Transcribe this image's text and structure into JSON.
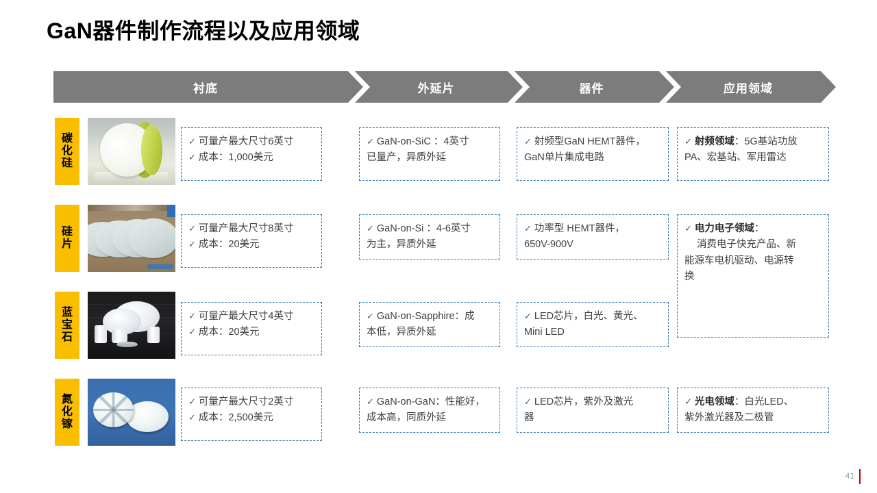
{
  "slide": {
    "title": "GaN器件制作流程以及应用领域",
    "page_number": "41",
    "accent_color": "#c00000",
    "chevron_color": "#7c7c7c",
    "label_color": "#fabe00",
    "dash_border_color": "#2e75b6"
  },
  "stages": [
    {
      "label": "衬底"
    },
    {
      "label": "外延片"
    },
    {
      "label": "器件"
    },
    {
      "label": "应用领域"
    }
  ],
  "rows": [
    {
      "material": "碳化硅",
      "photo": "sic-wafer-photo",
      "substrate": [
        "可量产最大尺寸6英寸",
        "成本：1,000美元"
      ],
      "epiwafer": [
        "GaN-on-SiC ：4英寸",
        "已量产，异质外延"
      ],
      "device": [
        "射频型GaN HEMT器件，",
        "GaN单片集成电路"
      ],
      "application_bold": "射频领域",
      "application": [
        "：5G基站功放",
        "PA、宏基站、军用雷达"
      ]
    },
    {
      "material": "硅片",
      "photo": "si-wafer-photo",
      "substrate": [
        "可量产最大尺寸8英寸",
        "成本：20美元"
      ],
      "epiwafer": [
        "GaN-on-Si ：4-6英寸",
        "为主，异质外延"
      ],
      "device": [
        "功率型 HEMT器件，",
        "650V-900V"
      ],
      "application_bold": "电力电子领域",
      "application": [
        "：",
        "消费电子快充产品、新",
        "能源车电机驱动、电源转",
        "换"
      ]
    },
    {
      "material": "蓝宝石",
      "photo": "sapphire-boule-photo",
      "substrate": [
        "可量产最大尺寸4英寸",
        "成本：20美元"
      ],
      "epiwafer": [
        "GaN-on-Sapphire：成",
        "本低，异质外延"
      ],
      "device": [
        "LED芯片，白光、黄光、",
        "Mini LED"
      ]
    },
    {
      "material": "氮化镓",
      "photo": "gan-wafer-photo",
      "substrate": [
        "可量产最大尺寸2英寸",
        "成本：2,500美元"
      ],
      "epiwafer": [
        "GaN-on-GaN：性能好，",
        "成本高，同质外延"
      ],
      "device": [
        "LED芯片，紫外及激光",
        "器"
      ],
      "application_bold": "光电领域",
      "application": [
        "：白光LED、",
        "紫外激光器及二极管"
      ]
    }
  ],
  "icons": {
    "tick": "✓"
  }
}
